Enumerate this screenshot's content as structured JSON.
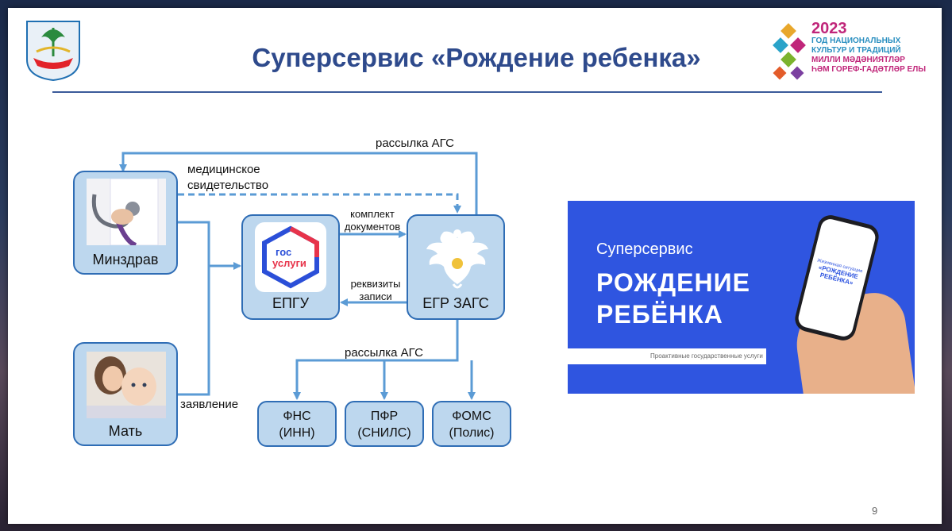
{
  "slide": {
    "title": "Суперсервис  «Рождение ребенка»",
    "page_number": "9"
  },
  "year_logo": {
    "year": "2023",
    "line1": "ГОД НАЦИОНАЛЬНЫХ",
    "line2": "КУЛЬТУР И ТРАДИЦИЙ",
    "line3": "МИЛЛИ МӘДӘНИЯТЛӘР",
    "line4": "ҺӘМ ГОРЕФ-ГАДӘТЛӘР ЕЛЫ"
  },
  "diagram": {
    "nodes": {
      "minzdrav": "Минздрав",
      "mat": "Мать",
      "epgu": "ЕПГУ",
      "gosuslugi_top": "гос",
      "gosuslugi_bottom": "услуги",
      "egr": "ЕГР ЗАГС",
      "fns_l1": "ФНС",
      "fns_l2": "(ИНН)",
      "pfr_l1": "ПФР",
      "pfr_l2": "(СНИЛС)",
      "foms_l1": "ФОМС",
      "foms_l2": "(Полис)"
    },
    "edges": {
      "rassylka_top": "рассылка АГС",
      "med_l1": "медицинское",
      "med_l2": "свидетельство",
      "komplekt_l1": "комплект",
      "komplekt_l2": "документов",
      "rekv_l1": "реквизиты",
      "rekv_l2": "записи",
      "rassylka_bottom": "рассылка АГС",
      "zayavlenie": "заявление"
    }
  },
  "banner": {
    "line1": "Суперсервис",
    "line2": "РОЖДЕНИЕ",
    "line3": "РЕБЁНКА",
    "footer": "Проактивные государственные услуги",
    "phone_l1": "Жизненная ситуация",
    "phone_l2": "«РОЖДЕНИЕ",
    "phone_l3": "РЕБЁНКА»",
    "colors": {
      "bg": "#2f55e0",
      "text": "#ffffff"
    }
  },
  "colors": {
    "title": "#2e4a8c",
    "box_fill": "#bdd7ee",
    "box_border": "#2f6db5",
    "arrow": "#5b9bd5"
  }
}
